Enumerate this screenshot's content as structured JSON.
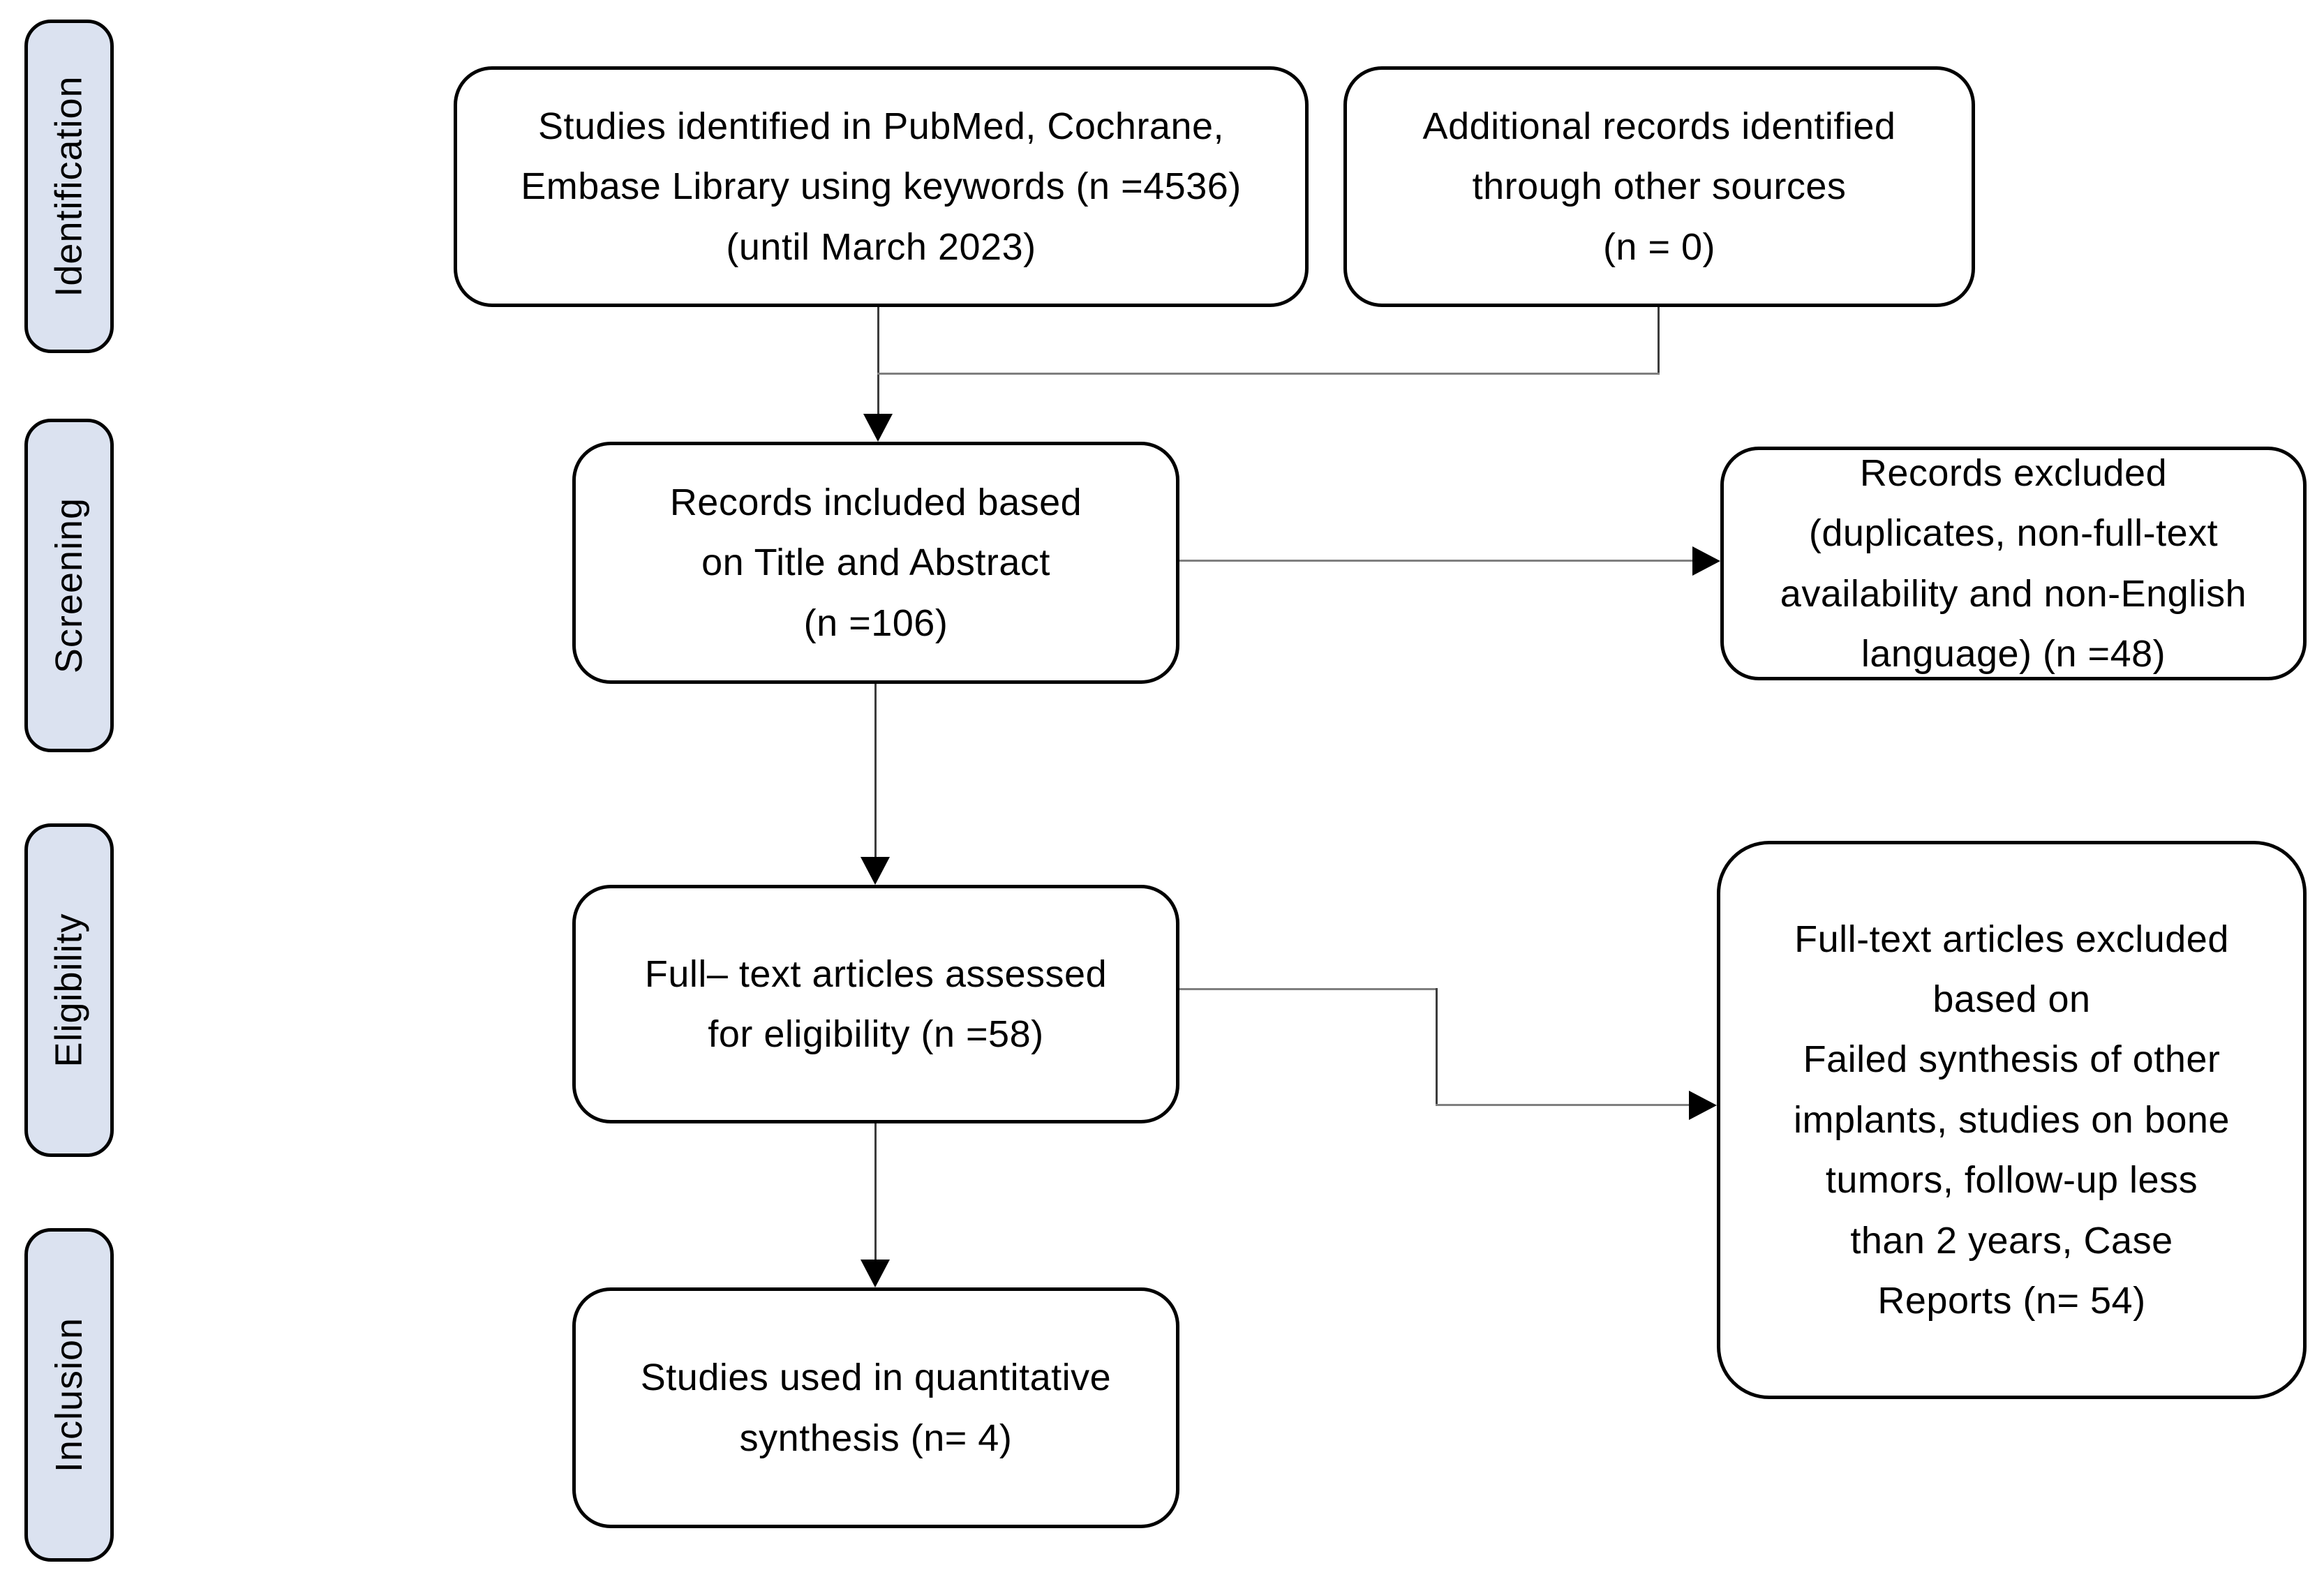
{
  "stages": [
    {
      "label": "Identification"
    },
    {
      "label": "Screening"
    },
    {
      "label": "Eligibility"
    },
    {
      "label": "Inclusion"
    }
  ],
  "nodes": {
    "identified": {
      "lines": [
        "Studies identified in PubMed, Cochrane,",
        "Embase Library using keywords (n =4536)",
        "(until March 2023)"
      ]
    },
    "additional": {
      "lines": [
        "Additional records identified",
        "through other sources",
        "(n = 0)"
      ]
    },
    "screened": {
      "lines": [
        "Records included based",
        "on Title and Abstract",
        "(n =106)"
      ]
    },
    "records_excluded": {
      "lines": [
        "Records excluded",
        "(duplicates, non-full-text",
        "availability and non-English",
        "language) (n =48)"
      ]
    },
    "fulltext_assessed": {
      "lines": [
        "Full– text articles assessed",
        "for eligibility (n =58)"
      ]
    },
    "fulltext_excluded": {
      "lines": [
        "Full-text articles excluded",
        "based on",
        "Failed synthesis of other",
        "implants, studies on bone",
        "tumors, follow-up less",
        "than 2 years, Case",
        "Reports (n= 54)"
      ]
    },
    "included": {
      "lines": [
        "Studies used in quantitative",
        "synthesis (n= 4)"
      ]
    }
  },
  "colors": {
    "stage_fill": "#dbe2f0",
    "stage_border": "#000000",
    "node_fill": "#ffffff",
    "node_border": "#000000",
    "line_dark": "#3d3d3d",
    "line_gray": "#7f7f7f",
    "arrow": "#000000",
    "background": "#ffffff",
    "text": "#000000"
  }
}
